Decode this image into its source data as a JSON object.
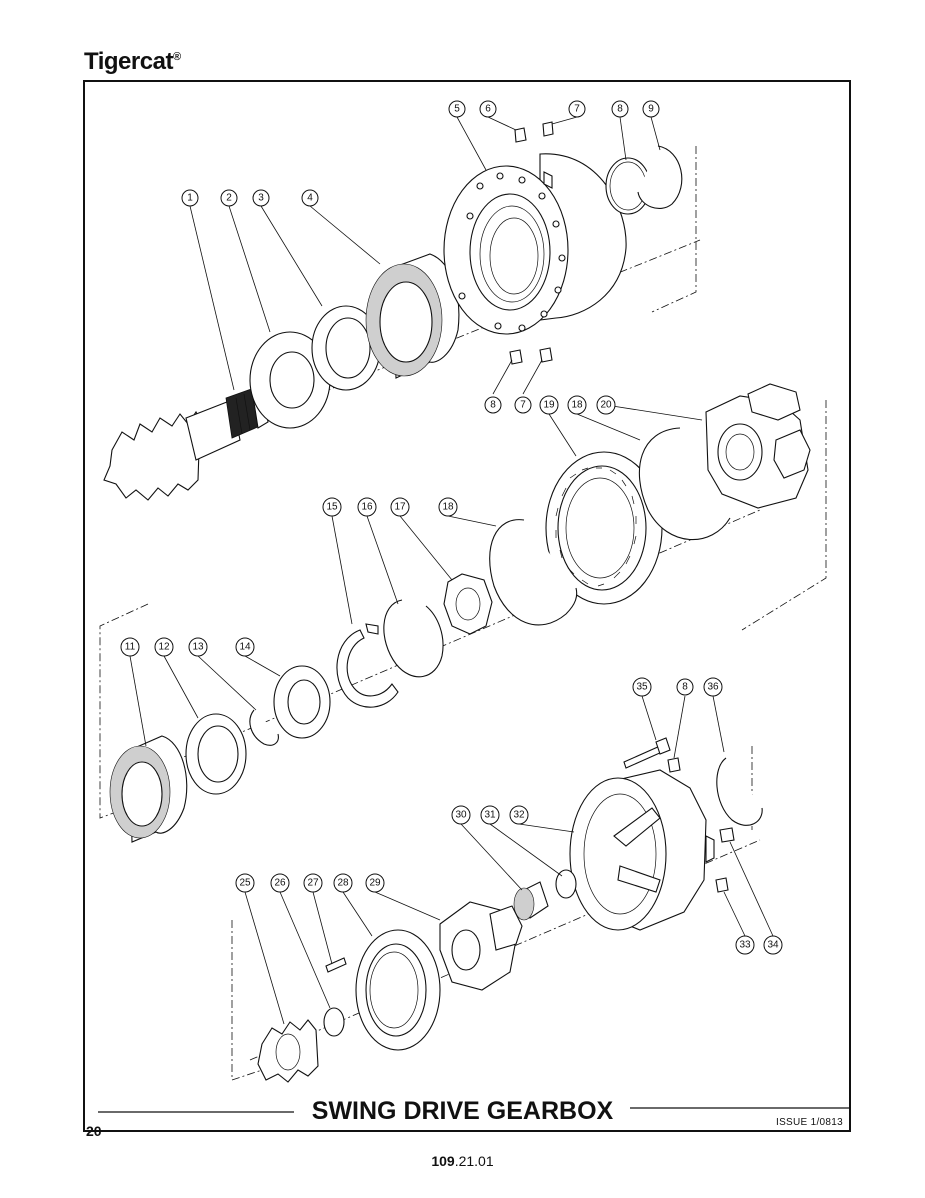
{
  "header": {
    "brand": "Tigercat",
    "registered_mark": "®"
  },
  "footer": {
    "title": "SWING DRIVE GEARBOX",
    "page_number": "20",
    "issue": "ISSUE 1/0813",
    "doc_prefix": "109",
    "doc_suffix": ".21.01"
  },
  "callouts": {
    "c1": "1",
    "c2": "2",
    "c3": "3",
    "c4": "4",
    "c5": "5",
    "c6": "6",
    "c7a": "7",
    "c8a": "8",
    "c9": "9",
    "c8b": "8",
    "c7b": "7",
    "c19": "19",
    "c18a": "18",
    "c20": "20",
    "c15": "15",
    "c16": "16",
    "c17": "17",
    "c18b": "18",
    "c11": "11",
    "c12": "12",
    "c13": "13",
    "c14": "14",
    "c35": "35",
    "c8c": "8",
    "c36": "36",
    "c30": "30",
    "c31": "31",
    "c32": "32",
    "c33": "33",
    "c34": "34",
    "c25": "25",
    "c26": "26",
    "c27": "27",
    "c28": "28",
    "c29": "29"
  }
}
